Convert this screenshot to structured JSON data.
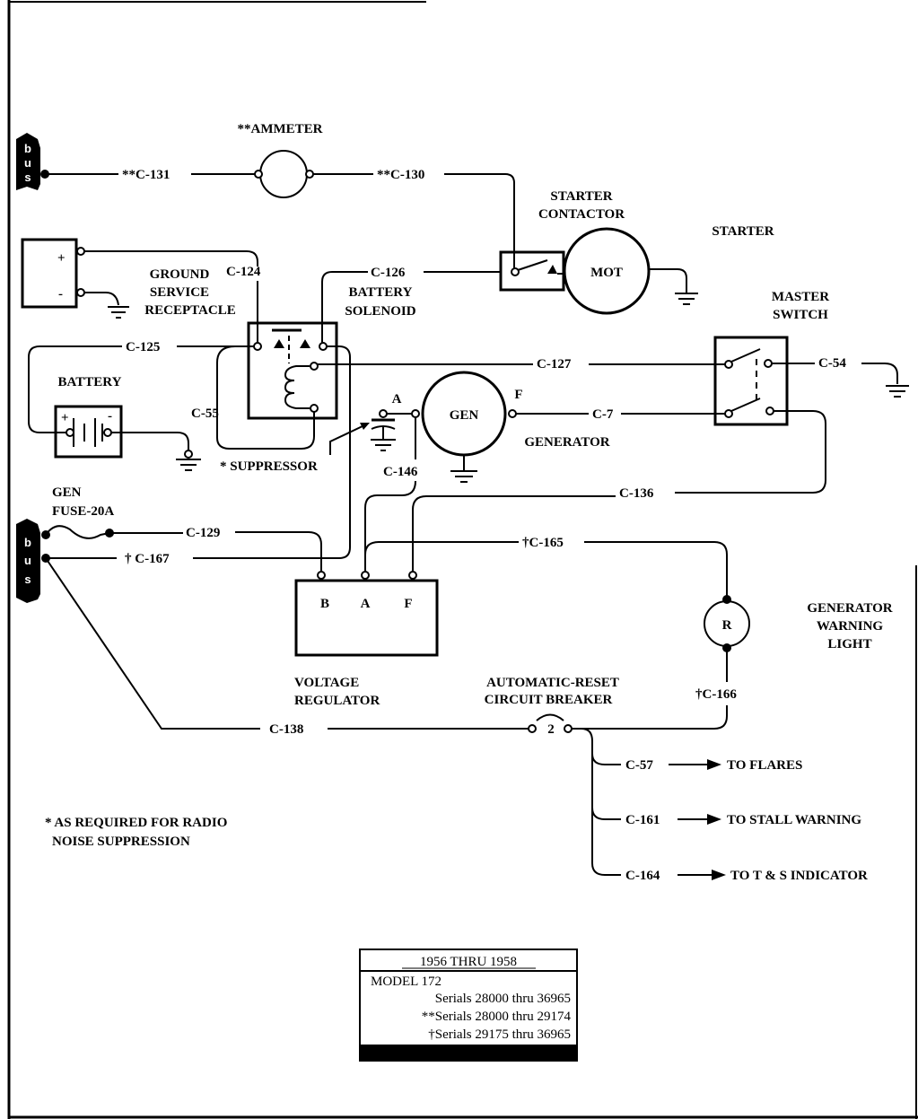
{
  "bus_top": {
    "b": "b",
    "u": "u",
    "s": "s"
  },
  "bus_bottom": {
    "b": "b",
    "u": "u",
    "s": "s"
  },
  "components": {
    "ammeter": "**AMMETER",
    "starter_contactor": [
      "STARTER",
      "CONTACTOR"
    ],
    "starter": "STARTER",
    "motor": "MOT",
    "ground_service_receptacle": [
      "GROUND",
      "SERVICE",
      "RECEPTACLE"
    ],
    "receptacle_plus": "+",
    "receptacle_minus": "-",
    "battery_solenoid": [
      "BATTERY",
      "SOLENOID"
    ],
    "battery": "BATTERY",
    "battery_plus": "+",
    "battery_minus": "-",
    "master_switch": [
      "MASTER",
      "SWITCH"
    ],
    "generator": "GENERATOR",
    "gen": "GEN",
    "gen_a": "A",
    "gen_f": "F",
    "suppressor": "* SUPPRESSOR",
    "gen_fuse": [
      "GEN",
      "FUSE-20A"
    ],
    "voltage_regulator": [
      "VOLTAGE",
      "REGULATOR"
    ],
    "regulator_terminals": [
      "B",
      "A",
      "F"
    ],
    "circuit_breaker": [
      "AUTOMATIC-RESET",
      "CIRCUIT BREAKER"
    ],
    "breaker_number": "2",
    "warning_light": [
      "GENERATOR",
      "WARNING",
      "LIGHT"
    ],
    "warning_light_letter": "R"
  },
  "wires": {
    "c131": "**C-131",
    "c130": "**C-130",
    "c124": "C-124",
    "c126": "C-126",
    "c125": "C-125",
    "c55": "C-55",
    "c127": "C-127",
    "c54": "C-54",
    "c7": "C-7",
    "c146": "C-146",
    "c136": "C-136",
    "c129": "C-129",
    "c167": "† C-167",
    "c165": "†C-165",
    "c166": "†C-166",
    "c138": "C-138",
    "c57": "C-57",
    "c161": "C-161",
    "c164": "C-164"
  },
  "outputs": [
    "TO FLARES",
    "TO STALL WARNING",
    "TO T & S INDICATOR"
  ],
  "footnote": [
    "* AS REQUIRED FOR RADIO",
    "NOISE SUPPRESSION"
  ],
  "applicability": {
    "header": "1956 THRU 1958",
    "model": "MODEL 172",
    "lines": [
      "Serials 28000 thru 36965",
      "**Serials 28000 thru 29174",
      "†Serials 29175 thru 36965"
    ]
  }
}
